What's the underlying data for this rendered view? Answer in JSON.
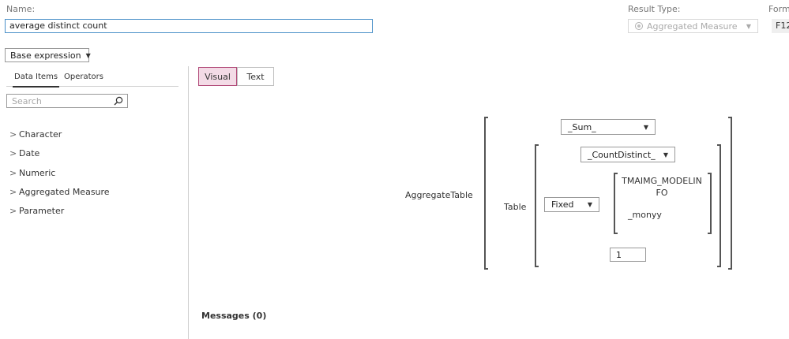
{
  "header": {
    "name_label": "Name:",
    "name_value": "average distinct count",
    "result_type_label": "Result Type:",
    "result_type_value": "Aggregated Measure",
    "format_label": "Form",
    "format_value": "F12"
  },
  "toolbar": {
    "expression_mode": "Base expression"
  },
  "left_panel": {
    "tabs": [
      {
        "label": "Data Items",
        "active": true
      },
      {
        "label": "Operators",
        "active": false
      }
    ],
    "search_placeholder": "Search",
    "tree": [
      {
        "label": "Character"
      },
      {
        "label": "Date"
      },
      {
        "label": "Numeric"
      },
      {
        "label": "Aggregated Measure"
      },
      {
        "label": "Parameter"
      }
    ]
  },
  "view_toggle": {
    "visual": "Visual",
    "text": "Text",
    "selected": "Visual"
  },
  "expression": {
    "function_label": "AggregateTable",
    "outer_function": "_Sum_",
    "table_label": "Table",
    "inner_function": "_CountDistinct_",
    "scope": "Fixed",
    "item_line1": "TMAIMG_MODELIN",
    "item_line2": "FO",
    "item_var": "_monyy",
    "count_value": "1"
  },
  "messages": {
    "label": "Messages (0)"
  },
  "colors": {
    "accent": "#b14a78",
    "accent_bg": "#f3dbe6",
    "focus_border": "#4a90c8"
  }
}
